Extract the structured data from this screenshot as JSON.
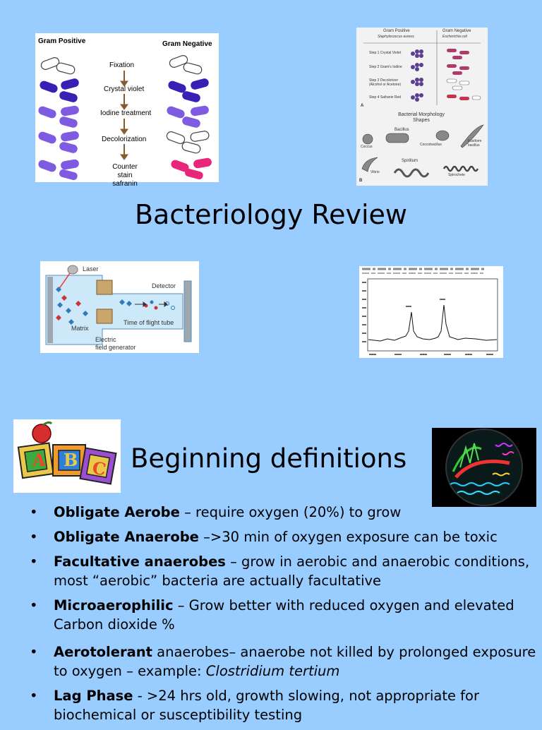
{
  "slide1": {
    "title": "Bacteriology Review",
    "gram_figure": {
      "left_header": "Gram Positive",
      "right_header": "Gram Negative",
      "steps": [
        "Fixation",
        "Crystal violet",
        "Iodine treatment",
        "Decolorization",
        "Counter stain safranin"
      ]
    },
    "gram_table_figure": {
      "col1_header": "Gram Positive",
      "col1_sub": "Staphylococcus aureus",
      "col2_header": "Gram Negative",
      "col2_sub": "Escherichia coli",
      "steps": [
        "Step 1 Crystal Violet",
        "Step 2 Gram's Iodine",
        "Step 3 Decolorizer (Alcohol or Acetone)",
        "Step 4 Safranin Red"
      ],
      "panel_a": "A",
      "panel_b": "B",
      "morph_title": "Bacterial Morphology Shapes",
      "shapes": [
        "Coccus",
        "Bacillus",
        "Coccobacillus",
        "Fusiform bacillus",
        "Vibrio",
        "Spirillum",
        "Spirochete"
      ]
    },
    "maldi_figure": {
      "laser": "Laser",
      "detector": "Detector",
      "matrix": "Matrix",
      "tube": "Time of flight tube",
      "generator_line1": "Electric",
      "generator_line2": "field generator"
    }
  },
  "slide2": {
    "title": "Beginning definitions",
    "abc_letters": [
      "A",
      "B",
      "C"
    ],
    "bullets": [
      {
        "term": "Obligate Aerobe",
        "text": " – require oxygen (20%) to grow"
      },
      {
        "term": "Obligate Anaerobe",
        "text": " –>30 min of oxygen exposure can be toxic"
      },
      {
        "term": "Facultative anaerobes",
        "text": " – grow in aerobic and anaerobic conditions, most “aerobic” bacteria are actually facultative"
      },
      {
        "term": "Microaerophilic",
        "text": " – Grow better with reduced oxygen and elevated Carbon dioxide %"
      },
      {
        "term": "Aerotolerant",
        "text": " anaerobes– anaerobe not killed by prolonged exposure to oxygen – example:  ",
        "italic": "Clostridium tertium"
      },
      {
        "term": "Lag Phase",
        "text": " - >24 hrs old, growth slowing, not appropriate for biochemical or susceptibility testing"
      }
    ],
    "bullet_glyph": "•"
  },
  "colors": {
    "background": "#99CCFF",
    "crystal_violet": "#3A1FB5",
    "iodine": "#7E5BE0",
    "safranin": "#E8267A"
  }
}
